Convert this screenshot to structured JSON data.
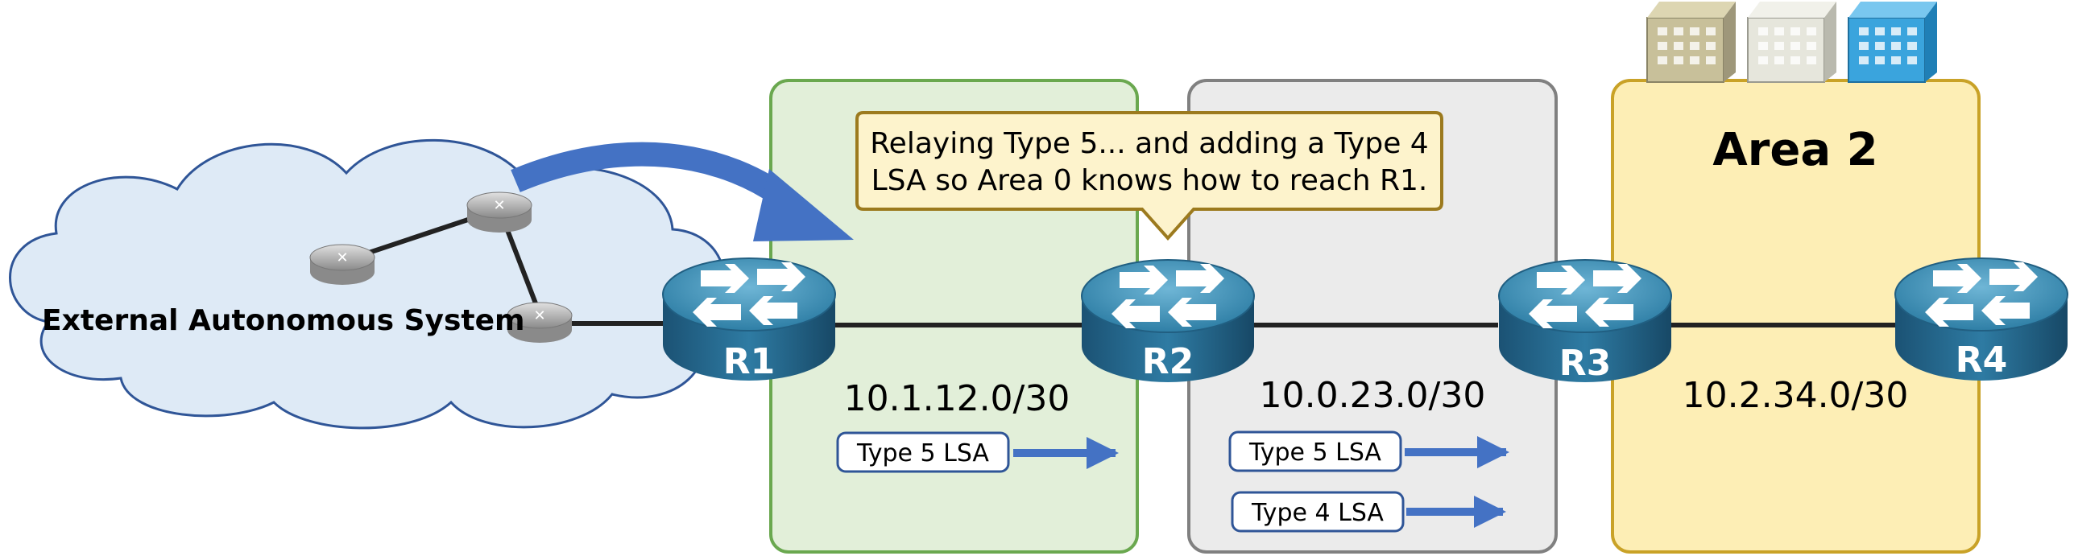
{
  "external_as": {
    "label": "External Autonomous System"
  },
  "areas": {
    "area1": {
      "label": ""
    },
    "area0": {
      "label": ""
    },
    "area2": {
      "label": "Area 2"
    }
  },
  "routers": {
    "r1": "R1",
    "r2": "R2",
    "r3": "R3",
    "r4": "R4"
  },
  "subnets": {
    "r1_r2": "10.1.12.0/30",
    "r2_r3": "10.0.23.0/30",
    "r3_r4": "10.2.34.0/30"
  },
  "lsas": {
    "area1_type5": "Type 5 LSA",
    "area0_type5": "Type 5 LSA",
    "area0_type4": "Type 4 LSA"
  },
  "callout": {
    "line1": "Relaying Type 5... and adding a Type 4",
    "line2": "LSA so Area 0 knows how to reach R1."
  },
  "colors": {
    "area1_fill": "#e2efd9",
    "area1_stroke": "#6aa84f",
    "area0_fill": "#ebebeb",
    "area0_stroke": "#808080",
    "area2_fill": "#fdeeb5",
    "area2_stroke": "#c9a227",
    "cloud_fill": "#deeaf6",
    "cloud_stroke": "#2f5597",
    "arrow": "#4472c4",
    "callout_fill": "#fdf3cc",
    "callout_stroke": "#9c7a1e",
    "router_top": "#3f8fb2",
    "router_body": "#1f5d7e"
  }
}
